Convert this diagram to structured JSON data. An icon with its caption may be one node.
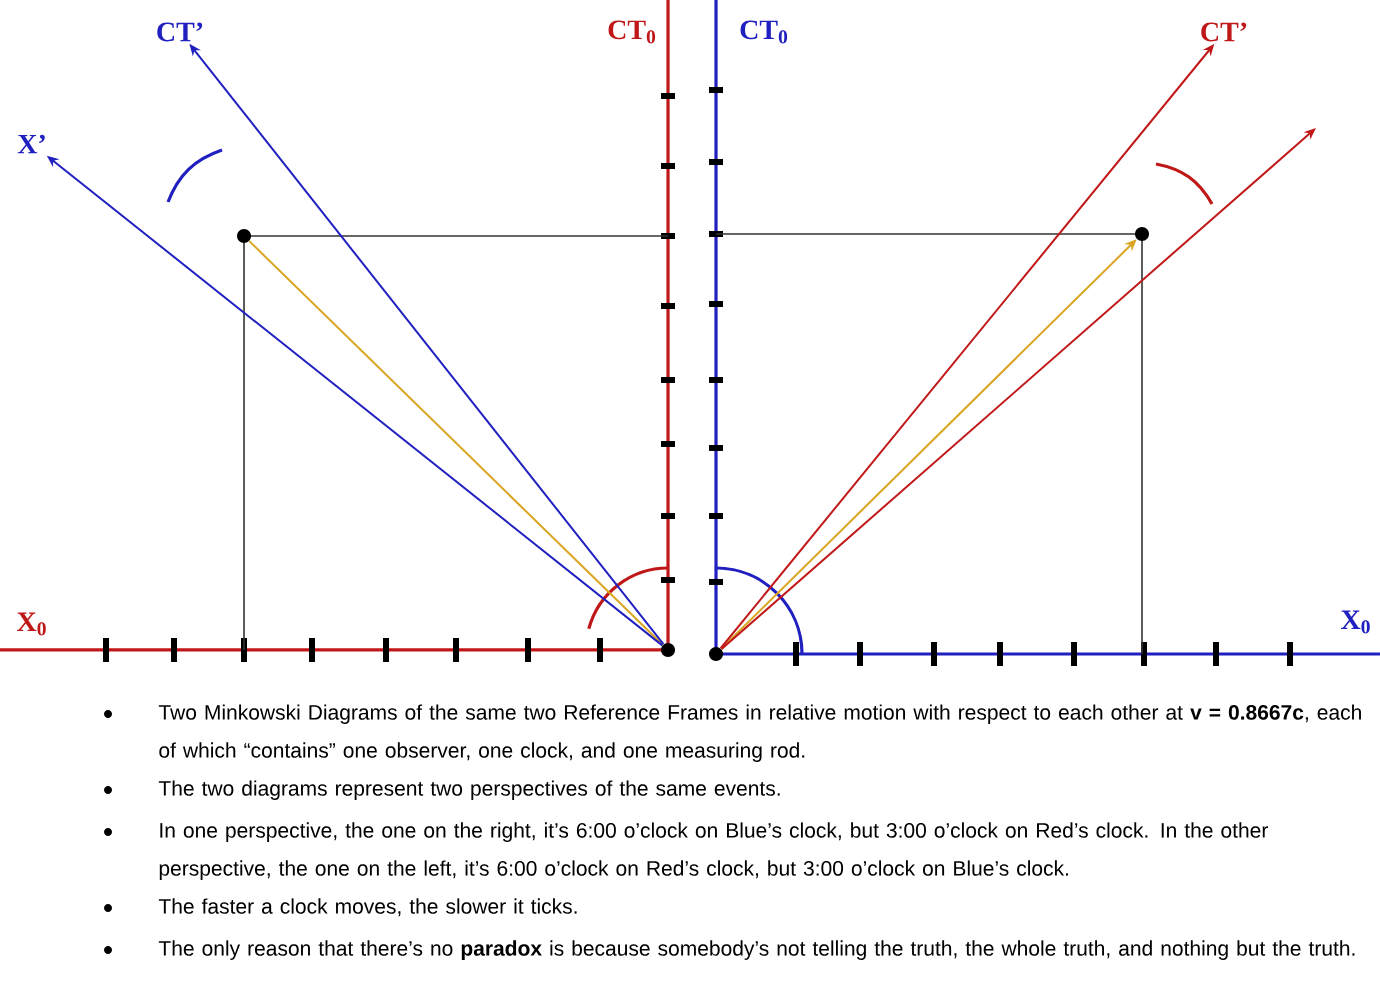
{
  "diagram": {
    "nodes": [
      {
        "text": [],
        "shape": "circle"
      },
      {
        "text": [],
        "shape": "circle"
      },
      {
        "text": [],
        "shape": "circle"
      },
      {
        "text": [],
        "shape": "circle"
      },
      {
        "text": [
          "CT’"
        ]
      },
      {
        "text": [
          "X’"
        ]
      },
      {
        "text": [
          "CT’"
        ]
      }
    ],
    "edges": [
      {
        "from": 0,
        "to": 1,
        "arrow": "none",
        "color": "#d9a520"
      },
      {
        "from": 0,
        "to": 4,
        "arrow": "to",
        "color": "#2020c0"
      },
      {
        "from": 0,
        "to": 5,
        "arrow": "to",
        "color": "#2020c0"
      },
      {
        "from": 2,
        "to": 3,
        "arrow": "to",
        "color": "#d9a520"
      },
      {
        "from": 2,
        "to": 6,
        "arrow": "to",
        "color": "#c01818"
      },
      {
        "from": 2,
        "to": null,
        "arrow": "to",
        "color": "#c01818"
      }
    ],
    "labels": [
      "CT$_{0}$",
      "CT$_{0}$",
      "X$_{0}$",
      "X$_{0}$",
      "Two Minkowski Diagrams of the same two Reference Frames in relative motion with respect to each other at **v = 0.8667c**, each of which “contains” one observer, one clock, and one measuring rod.",
      "The two diagrams represent two perspectives of the same events.",
      "In one perspective, the one on the right, it’s 6:00 o’clock on Blue’s clock, but 3:00 o’clock on Red’s clock.  In the other perspective, the one on the left, it’s 6:00 o’clock on Red’s clock, but 3:00 o’clock on Blue’s clock.",
      "The faster a clock moves, the slower it ticks.",
      "The only reason that there’s no **paradox** is because somebody’s not telling the truth, the whole truth, and nothing but the truth."
    ]
  }
}
